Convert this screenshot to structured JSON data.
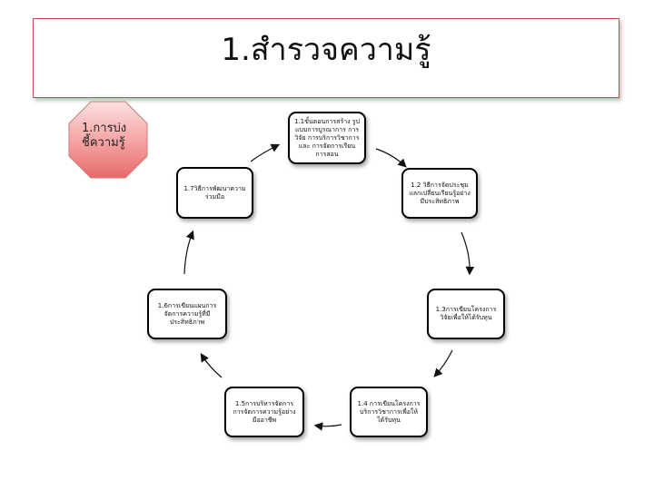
{
  "title": "1.สำรวจความรู้",
  "start_shape": {
    "label": "1.การบ่ง\nชี้ความรู้",
    "fill": "#f08080"
  },
  "nodes": [
    {
      "id": "1.1",
      "text": "1.1ขั้นตอนการสร้าง รูป\nแบบการบูรณาการ การ\nวิจัย การบริการวิชาการ\nและ การจัดการเรียน\nการสอน"
    },
    {
      "id": "1.2",
      "text": "1.2 วิธีการจัดประชุม\nแลกเปลี่ยนเรียนรู้อย่าง\nมีประสิทธิภาพ"
    },
    {
      "id": "1.3",
      "text": "1.3การเขียนโครงการ\nวิจัยเพื่อให้ได้รับทุน"
    },
    {
      "id": "1.4",
      "text": "1.4 การเขียนโครงการ\nบริการวิชาการเพื่อให้\nได้รับทุน"
    },
    {
      "id": "1.5",
      "text": "1.5การบริหารจัดการ\nการจัดการความรู้อย่าง\nมืออาชีพ"
    },
    {
      "id": "1.6",
      "text": "1.6การเขียนแผนการ\nจัดการความรู้ที่มี\nประสิทธิภาพ"
    },
    {
      "id": "1.7",
      "text": "1.7วิธีการพัฒนาความ\nร่วมมือ"
    }
  ],
  "colors": {
    "title_border": "#c0504d",
    "node_border": "#000000",
    "arrow": "#111111"
  }
}
